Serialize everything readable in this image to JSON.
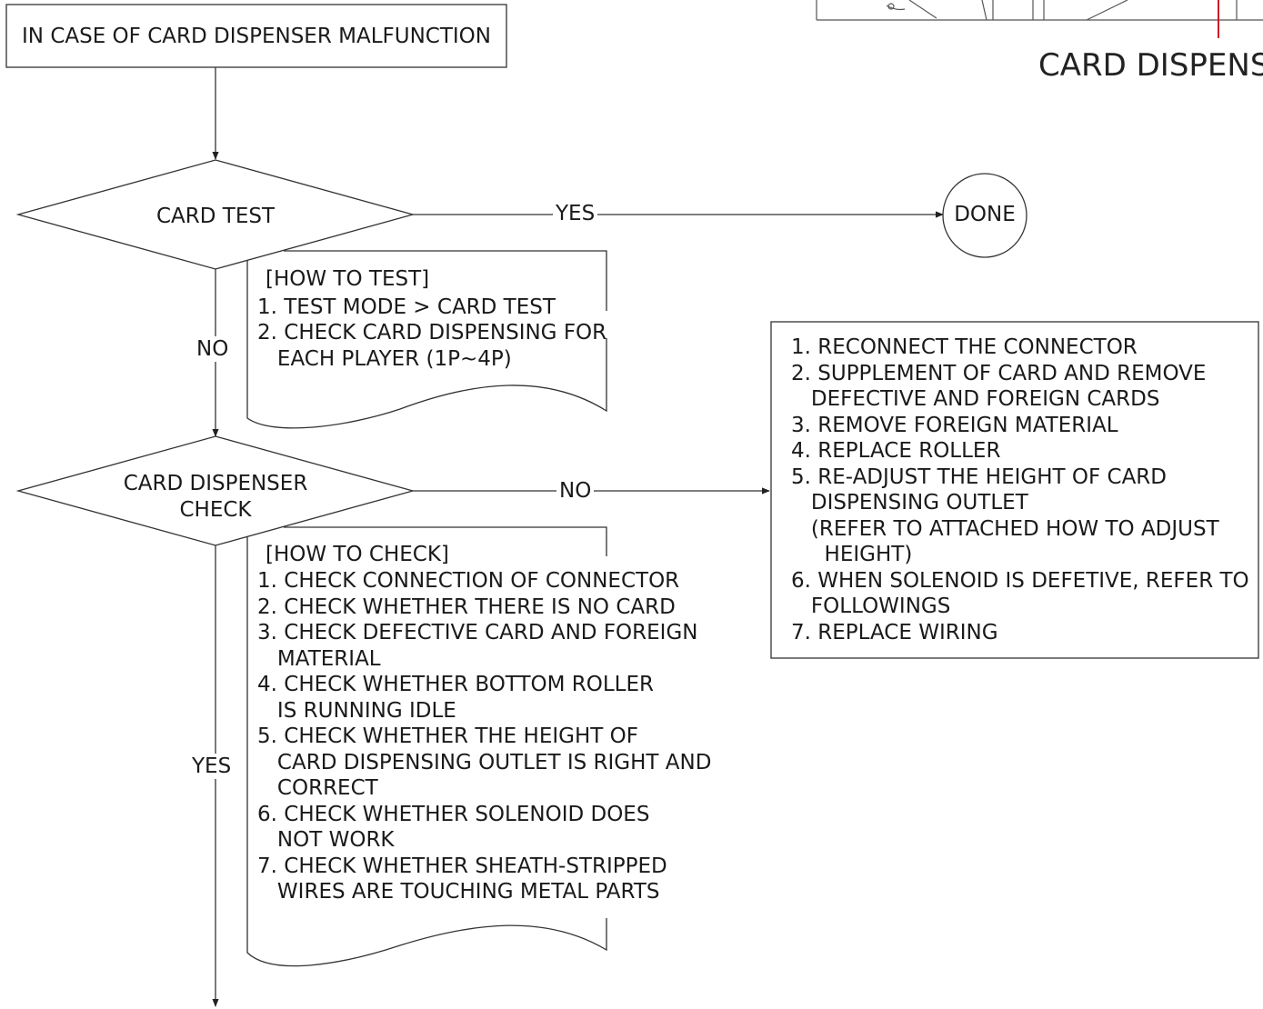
{
  "start": {
    "label": "IN CASE OF CARD DISPENSER MALFUNCTION"
  },
  "header_label": "CARD DISPENS",
  "decision1": {
    "label": "CARD TEST",
    "yes_label": "YES",
    "no_label": "NO"
  },
  "done": {
    "label": "DONE"
  },
  "how_to_test": {
    "title": "[HOW TO TEST]",
    "lines": [
      "1. TEST MODE > CARD TEST",
      "2. CHECK CARD DISPENSING FOR",
      "   EACH PLAYER (1P~4P)"
    ]
  },
  "decision2": {
    "line1": "CARD DISPENSER",
    "line2": "CHECK",
    "no_label": "NO",
    "yes_label": "YES"
  },
  "how_to_check": {
    "title": "[HOW TO CHECK]",
    "lines": [
      "1. CHECK CONNECTION OF CONNECTOR",
      "2. CHECK WHETHER THERE IS NO CARD",
      "3. CHECK DEFECTIVE CARD AND FOREIGN",
      "   MATERIAL",
      "4. CHECK WHETHER BOTTOM ROLLER",
      "   IS RUNNING IDLE",
      "5. CHECK WHETHER THE HEIGHT OF",
      "   CARD DISPENSING OUTLET IS RIGHT AND",
      "   CORRECT",
      "6. CHECK WHETHER SOLENOID DOES",
      "   NOT WORK",
      "7. CHECK WHETHER SHEATH-STRIPPED",
      "   WIRES ARE TOUCHING METAL PARTS"
    ]
  },
  "remedy": {
    "lines": [
      "1. RECONNECT THE CONNECTOR",
      "2. SUPPLEMENT OF CARD AND REMOVE",
      "   DEFECTIVE AND FOREIGN CARDS",
      "3. REMOVE FOREIGN MATERIAL",
      "4. REPLACE ROLLER",
      "5. RE-ADJUST THE HEIGHT OF CARD",
      "   DISPENSING OUTLET",
      "   (REFER TO ATTACHED HOW TO ADJUST",
      "     HEIGHT)",
      "6. WHEN SOLENOID IS DEFETIVE, REFER TO",
      "   FOLLOWINGS",
      "7. REPLACE WIRING"
    ]
  },
  "colors": {
    "line": "#333333",
    "accent": "#d0162b"
  }
}
